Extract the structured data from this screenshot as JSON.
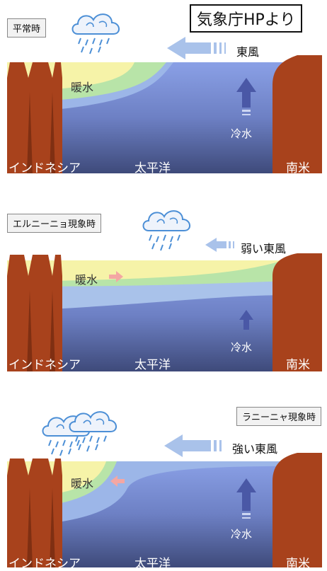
{
  "source_note": "気象庁HPより",
  "panels": [
    {
      "title": "平常時",
      "wind": "東風",
      "warm_water": "暖水",
      "cold_water": "冷水",
      "indonesia": "インドネシア",
      "pacific": "太平洋",
      "south_america": "南米"
    },
    {
      "title": "エルニーニョ現象時",
      "wind": "弱い東風",
      "warm_water": "暖水",
      "cold_water": "冷水",
      "indonesia": "インドネシア",
      "pacific": "太平洋",
      "south_america": "南米"
    },
    {
      "title": "ラニーニャ現象時",
      "wind": "強い東風",
      "warm_water": "暖水",
      "cold_water": "冷水",
      "indonesia": "インドネシア",
      "pacific": "太平洋",
      "south_america": "南米"
    }
  ],
  "colors": {
    "land": "#a8421c",
    "deep_ocean": "#4d5d92",
    "ocean": "#7f94dc",
    "surface": "#a3bfe8",
    "green": "#b5e2a8",
    "warm": "#f6f3a8",
    "arrow": "#a9c2ea",
    "warm_arrow": "#f4a7a3"
  }
}
